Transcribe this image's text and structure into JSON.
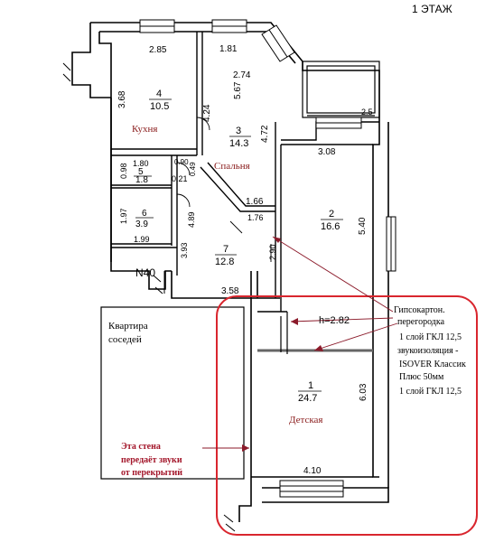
{
  "floor_label": "1  ЭТАЖ",
  "dim_labels": {
    "kitchen_w": "2.85",
    "kitchen_h": "3.68",
    "bed_top": "1.81",
    "bed_a": "2.74",
    "bed_b": "5.67",
    "bed_c": "4.24",
    "bed_d": "4.72",
    "bed_bottom": "1.66",
    "bal_w": "2.5",
    "room2_w": "3.08",
    "room2_h": "5.40",
    "bath_w": "1.80",
    "bath_h": "0.98",
    "bath_a": "0.90",
    "bath_b": "0.49",
    "bath_c": "0.21",
    "wc_h": "1.97",
    "wc_w": "1.99",
    "hall_a": "1.76",
    "hall_b": "4.89",
    "hall_c": "3.93",
    "hall_d": "2.90",
    "hall_w": "3.58",
    "r1_h": "6.03",
    "r1_w": "4.10",
    "ceiling": "h=2.82"
  },
  "rooms": {
    "r4_num": "4",
    "r4_area": "10.5",
    "r4_name": "Кухня",
    "r3_num": "3",
    "r3_area": "14.3",
    "r3_name": "Спальня",
    "r2_num": "2",
    "r2_area": "16.6",
    "r5_num": "5",
    "r5_area": "1.8",
    "r6_num": "6",
    "r6_area": "3.9",
    "r7_num": "7",
    "r7_area": "12.8",
    "r1_num": "1",
    "r1_area": "24.7",
    "r1_name": "Детская"
  },
  "marks": {
    "n40": "N40"
  },
  "neighbor": {
    "line1": "Квартира",
    "line2": "соседей"
  },
  "partition_note": {
    "line1": "Гипсокартон.",
    "line2": "перегородка",
    "line3": "1 слой ГКЛ 12,5",
    "line4": "звукоизоляция -",
    "line5": "ISOVER Классик",
    "line6": "Плюс 50мм",
    "line7": "1 слой ГКЛ 12,5"
  },
  "wall_note": {
    "line1": "Эта стена",
    "line2": "передаёт звуки",
    "line3": "от перекрытий"
  },
  "colors": {
    "wall": "#000000",
    "highlight": "#d9262e",
    "arrow": "#8b1a2a",
    "partition": "#666666"
  }
}
